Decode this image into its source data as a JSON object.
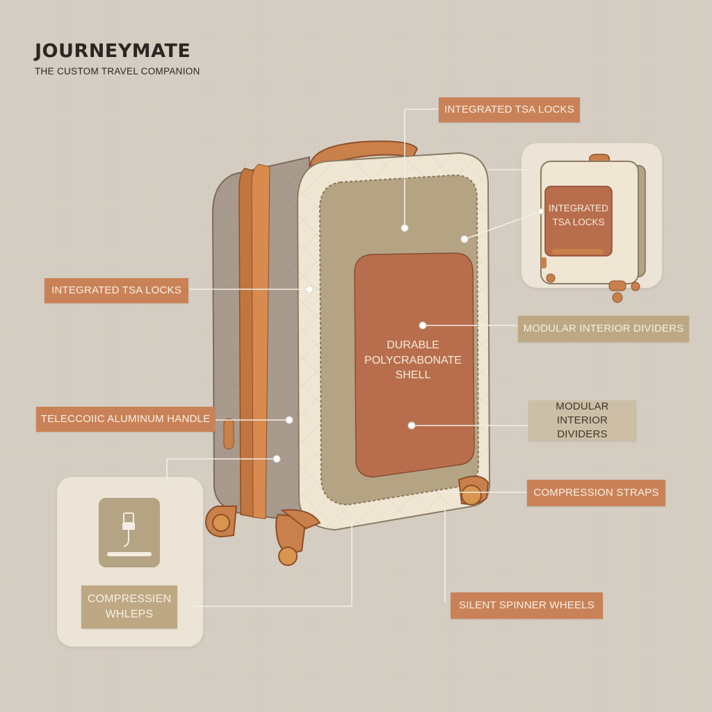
{
  "brand": {
    "title": "JOURNEYMATE",
    "subtitle": "THE CUSTOM TRAVEL COMPANION"
  },
  "callouts": {
    "tsa_top": "INTEGRATED TSA LOCKS",
    "tsa_left": "INTEGRATED TSA LOCKS",
    "tsa_inset": "INTEGRATED TSA LOCKS",
    "dividers_right": "MODULAR INTERIOR DIVIDERS",
    "dividers_mid": "MODULAR INTERIOR DIVIDERS",
    "handle": "TELECCOIIC ALUMINUM HANDLE",
    "compression_straps": "COMPRESSION STRAPS",
    "wheels": "SILENT SPINNER WHEELS",
    "shell": "DURABLE POLYCRABONATE SHELL",
    "compression_inset": "COMPRESSIEN WHLEPS"
  },
  "colors": {
    "rust": "#c98257",
    "tan": "#bda883",
    "shell_cream": "#efe6d4",
    "shell_taupe": "#b4a484",
    "side_gray": "#a89a8c",
    "zipper_orange": "#c2763f",
    "background": "#d6cec3"
  },
  "icons": {
    "inset_icon": "usb-cable-icon"
  }
}
